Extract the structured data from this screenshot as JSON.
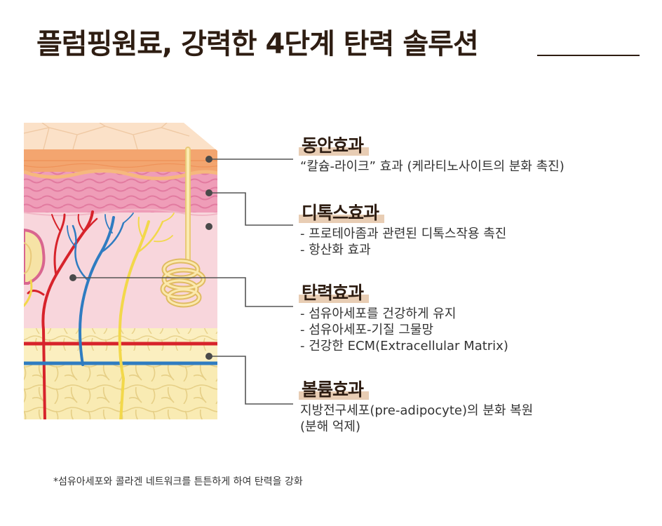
{
  "title": "플럼핑원료, 강력한 4단계 탄력 솔루션",
  "colors": {
    "title": "#2e1d12",
    "highlight": "#e8cdb4",
    "artery": "#d7232b",
    "vein": "#2f7cc1",
    "nerve": "#f0d84a",
    "epidermis": "#f2a36f",
    "dermis_upper": "#ee9bb6",
    "fat": "#f8e6a6"
  },
  "effects": [
    {
      "title": "동안효과",
      "lines": [
        "“칼슘-라이크” 효과 (케라티노사이트의 분화 촉진)"
      ]
    },
    {
      "title": "디톡스효과",
      "lines": [
        "- 프로테아좀과 관련된 디톡스작용 촉진",
        "- 항산화 효과"
      ]
    },
    {
      "title": "탄력효과",
      "lines": [
        "- 섬유아세포를 건강하게 유지",
        "- 섬유아세포-기질 그물망",
        "- 건강한 ECM(Extracellular Matrix)"
      ]
    },
    {
      "title": "볼륨효과",
      "lines": [
        "지방전구세포(pre-adipocyte)의 분화 복원",
        "(분해 억제)"
      ]
    }
  ],
  "footnote": "*섬유아세포와 콜라겐 네트워크를 튼튼하게 하여 탄력을 강화"
}
